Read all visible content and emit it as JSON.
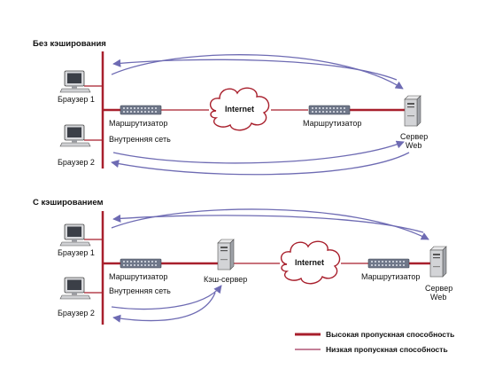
{
  "top": {
    "title": "Без кэширования",
    "browser1": "Браузер 1",
    "browser2": "Браузер 2",
    "router1": "Маршрутизатор",
    "network": "Внутренняя сеть",
    "cloud": "Internet",
    "router2": "Маршрутизатор",
    "server_line1": "Сервер",
    "server_line2": "Web"
  },
  "bottom": {
    "title": "С кэшированием",
    "browser1": "Браузер 1",
    "browser2": "Браузер 2",
    "router1": "Маршрутизатор",
    "network": "Внутренняя сеть",
    "cache": "Кэш-сервер",
    "cloud": "Internet",
    "router2": "Маршрутизатор",
    "server_line1": "Сервер",
    "server_line2": "Web"
  },
  "legend": {
    "high": "Высокая пропускная способность",
    "low": "Низкая пропускная способность"
  },
  "colors": {
    "high_bandwidth": "#a81f2c",
    "low_bandwidth": "#a0345a",
    "arrow": "#6e6bb3",
    "router": "#6f7789"
  },
  "icons": {
    "computer": "computer-icon",
    "router": "router-icon",
    "cloud": "cloud-icon",
    "server": "server-icon"
  }
}
